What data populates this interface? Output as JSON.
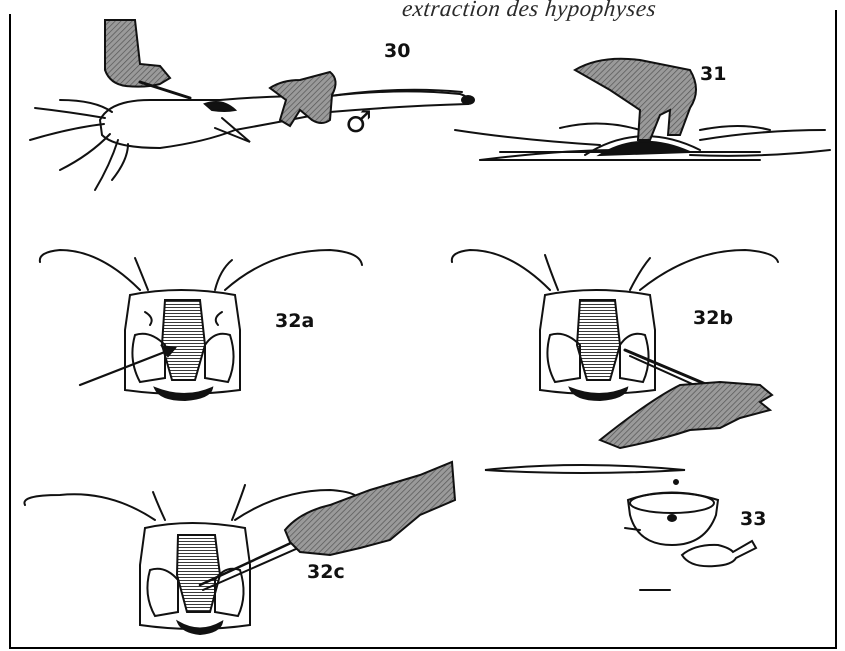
{
  "figure": {
    "heading": "extraction des hypophyses",
    "labels": {
      "fig30": "30",
      "fig31": "31",
      "fig32a": "32a",
      "fig32b": "32b",
      "fig32c": "32c",
      "fig33": "33"
    },
    "symbols": {
      "male": "♂"
    },
    "colors": {
      "ink": "#111111",
      "hatch": "#7a7a7a",
      "background": "#ffffff"
    }
  }
}
